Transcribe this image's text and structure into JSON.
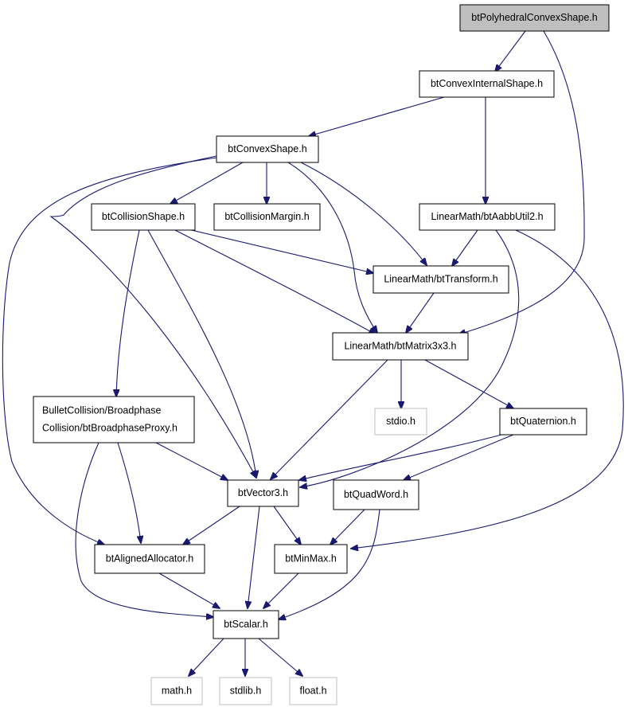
{
  "colors": {
    "edge": "#191970",
    "root_fill": "#bfbfbf",
    "external_border": "#bfbfbf",
    "box_border": "#000000"
  },
  "nodes": {
    "polyhedral": {
      "label": "btPolyhedralConvexShape.h"
    },
    "convexInternal": {
      "label": "btConvexInternalShape.h"
    },
    "convexShape": {
      "label": "btConvexShape.h"
    },
    "collisionShape": {
      "label": "btCollisionShape.h"
    },
    "collisionMargin": {
      "label": "btCollisionMargin.h"
    },
    "aabbUtil2": {
      "label": "LinearMath/btAabbUtil2.h"
    },
    "transform": {
      "label": "LinearMath/btTransform.h"
    },
    "matrix3x3": {
      "label": "LinearMath/btMatrix3x3.h"
    },
    "broadphaseProxy": {
      "label_line1": "BulletCollision/Broadphase",
      "label_line2": "Collision/btBroadphaseProxy.h"
    },
    "stdio": {
      "label": "stdio.h"
    },
    "quaternion": {
      "label": "btQuaternion.h"
    },
    "vector3": {
      "label": "btVector3.h"
    },
    "quadWord": {
      "label": "btQuadWord.h"
    },
    "alignedAllocator": {
      "label": "btAlignedAllocator.h"
    },
    "minMax": {
      "label": "btMinMax.h"
    },
    "scalar": {
      "label": "btScalar.h"
    },
    "math": {
      "label": "math.h"
    },
    "stdlib": {
      "label": "stdlib.h"
    },
    "float": {
      "label": "float.h"
    }
  }
}
